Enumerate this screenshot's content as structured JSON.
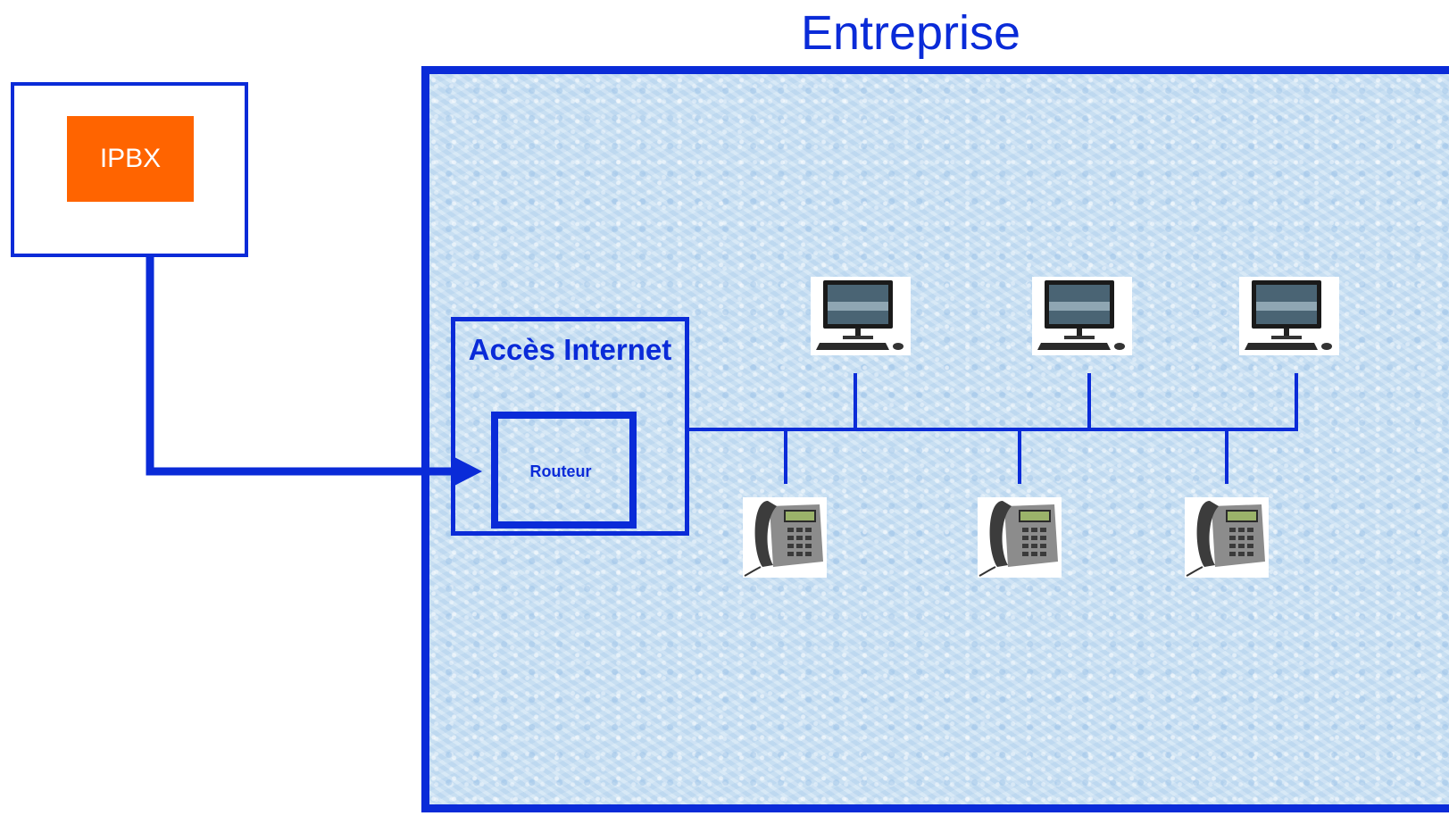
{
  "title": "Entreprise",
  "ipbx_label": "IPBX",
  "acces_internet_label": "Accès Internet",
  "routeur_label": "Routeur",
  "devices": {
    "computers": [
      {
        "icon": "computer-icon"
      },
      {
        "icon": "computer-icon"
      },
      {
        "icon": "computer-icon"
      }
    ],
    "phones": [
      {
        "icon": "desk-phone-icon"
      },
      {
        "icon": "desk-phone-icon"
      },
      {
        "icon": "desk-phone-icon"
      }
    ]
  },
  "colors": {
    "line": "#0a2bd8",
    "ipbx": "#ff6400",
    "enterprise_background": "#c9e0f3"
  }
}
